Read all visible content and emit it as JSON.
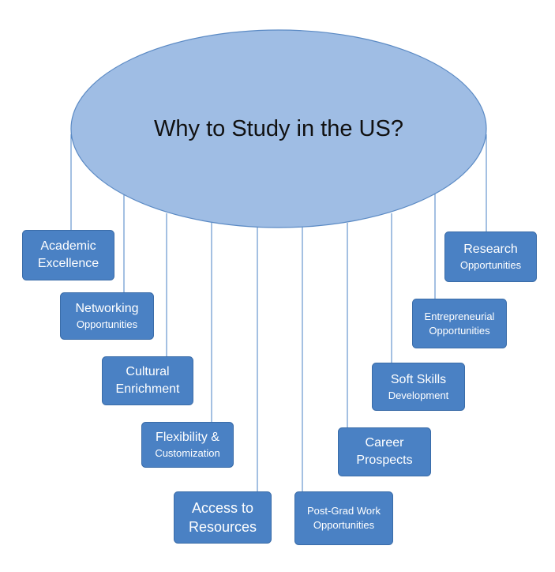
{
  "title": "Why to Study in the US?",
  "colors": {
    "ellipse_fill": "#9fbde4",
    "ellipse_stroke": "#5b8ac4",
    "box_fill": "#4a81c4",
    "box_stroke": "#3a6ca8",
    "connector": "#4a81c4"
  },
  "nodes": {
    "academic": {
      "line1": "Academic",
      "line2": "Excellence"
    },
    "networking": {
      "line1": "Networking",
      "line2": "Opportunities"
    },
    "cultural": {
      "line1": "Cultural",
      "line2": "Enrichment"
    },
    "flexibility": {
      "line1": "Flexibility &",
      "line2": "Customization"
    },
    "access": {
      "line1": "Access to",
      "line2": "Resources"
    },
    "postgrad": {
      "line1": "Post-Grad Work",
      "line2": "Opportunities"
    },
    "career": {
      "line1": "Career",
      "line2": "Prospects"
    },
    "softskills": {
      "line1": "Soft Skills",
      "line2": "Development"
    },
    "entrepreneurial": {
      "line1": "Entrepreneurial",
      "line2": "Opportunities"
    },
    "research": {
      "line1": "Research",
      "line2": "Opportunities"
    }
  }
}
